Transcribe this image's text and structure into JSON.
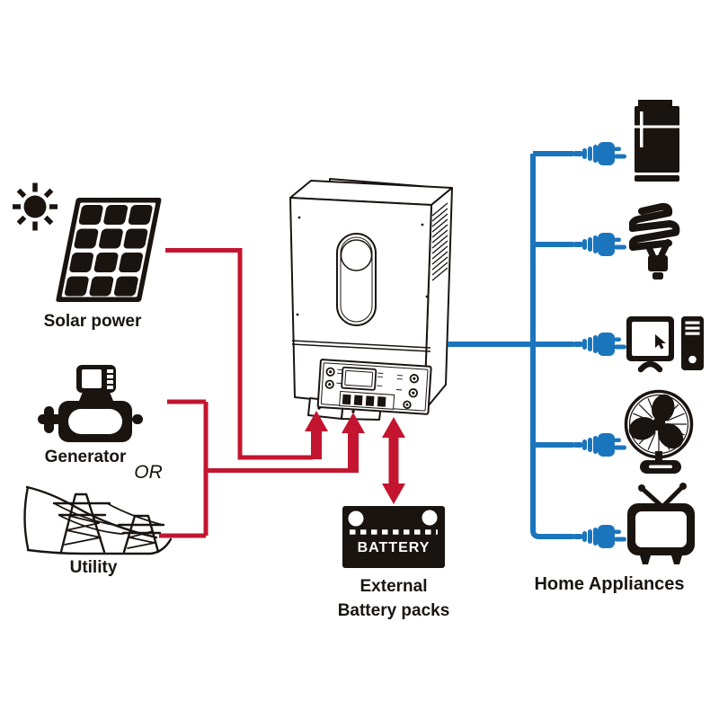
{
  "diagram": {
    "type": "inverter-system-wiring-diagram",
    "colors": {
      "input_line": "#c3152f",
      "output_line": "#1b75bc",
      "ink": "#1a1411",
      "background": "#ffffff"
    },
    "sources": [
      {
        "icon": "sun-icon solar-panel-icon",
        "label": "Solar power"
      },
      {
        "icon": "generator-icon",
        "label": "Generator"
      },
      {
        "icon": "utility-towers-icon",
        "label": "Utility"
      }
    ],
    "source_conjunction": "OR",
    "inverter": {
      "icon": "inverter-icon"
    },
    "battery": {
      "icon": "battery-icon",
      "name": "BATTERY",
      "caption_line1": "External",
      "caption_line2": "Battery packs"
    },
    "appliances": {
      "caption": "Home Appliances",
      "icons": [
        "refrigerator-icon",
        "cfl-bulb-icon",
        "desktop-computer-icon",
        "table-fan-icon",
        "television-icon"
      ],
      "plug_icon": "power-plug-icon"
    }
  }
}
